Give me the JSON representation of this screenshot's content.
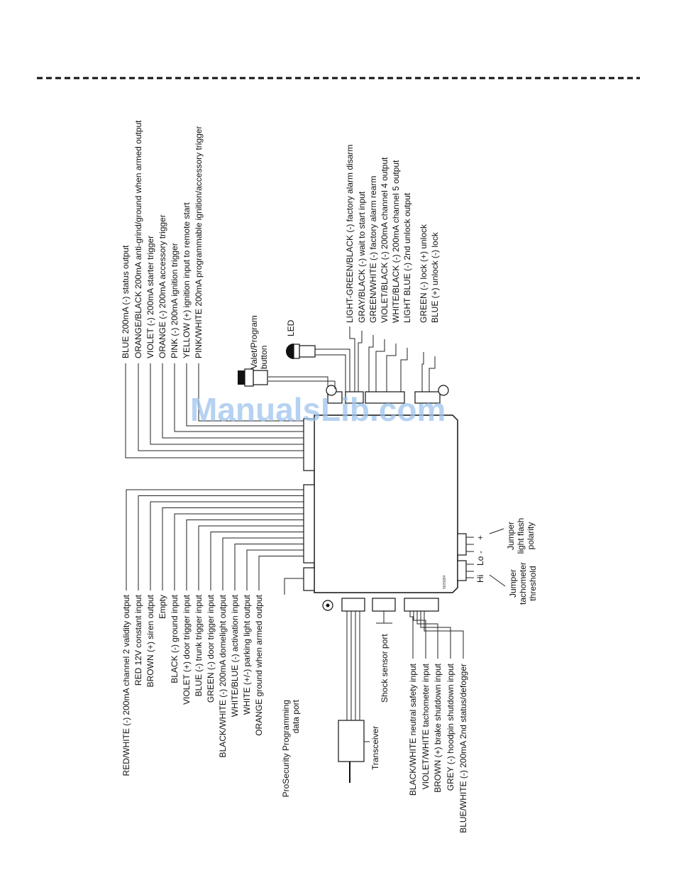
{
  "watermark": "ManualsLib.com",
  "module_code": "5605884",
  "top_left_wires": [
    "BLUE 200mA (-) status output",
    "ORANGE/BLACK 200mA anti-grind/ground when armed output",
    "VIOLET (-) 200mA starter trigger",
    "ORANGE (-) 200mA accessory trigger",
    "PINK (-) 200mA ignition trigger",
    "YELLOW (+) ignition input to remote start",
    "PINK/WHITE 200mA programmable ignition/accessory trigger"
  ],
  "top_right_wires": [
    "LIGHT-GREEN/BLACK (-) factory alarm disarm",
    "GRAY/BLACK (-) wait to start input",
    "GREEN/WHITE (-) factory alarm rearm",
    "VIOLET/BLACK (-) 200mA channel 4 output",
    "WHITE/BLACK (-) 200mA channel 5 output",
    "LIGHT BLUE (-) 2nd unlock output",
    "GREEN (-) lock (+) unlock",
    "BLUE (+) unlock (-) lock"
  ],
  "left_wires": [
    "RED/WHITE (-) 200mA channel 2 validity output",
    "RED 12V constant input",
    "BROWN  (+) siren output",
    "Empty",
    "BLACK (-) ground input",
    "VIOLET (+) door trigger input",
    "BLUE (-) trunk trigger input",
    "GREEN (-) door trigger input",
    "BLACK/WHITE (-) 200mA domelight output",
    "WHITE/BLUE (-) activation input",
    "WHITE (+/-) parking light output",
    "ORANGE ground when armed output"
  ],
  "bottom_right_wires": [
    "BLACK/WHITE neutral safety input",
    "VIOLET/WHITE tachometer input",
    "BROWN (+) brake shutdown input",
    "GREY (-) hoodpin shutdown input",
    "BLUE/WHITE (-) 200mA 2nd status/defogger"
  ],
  "prosecurity": [
    "ProSecurity Programming",
    "data port"
  ],
  "transceiver": "Transceiver",
  "shock_sensor": "Shock sensor port",
  "valet": [
    "Valet/Program",
    "button"
  ],
  "led": "LED",
  "jumper_light": [
    "Jumper",
    "light flash",
    "polarity"
  ],
  "jumper_tach": [
    "Jumper",
    "tachometer",
    "threshold"
  ],
  "jumper_marks": {
    "plus": "+",
    "minus": "-",
    "lo": "Lo",
    "hi": "Hi"
  }
}
